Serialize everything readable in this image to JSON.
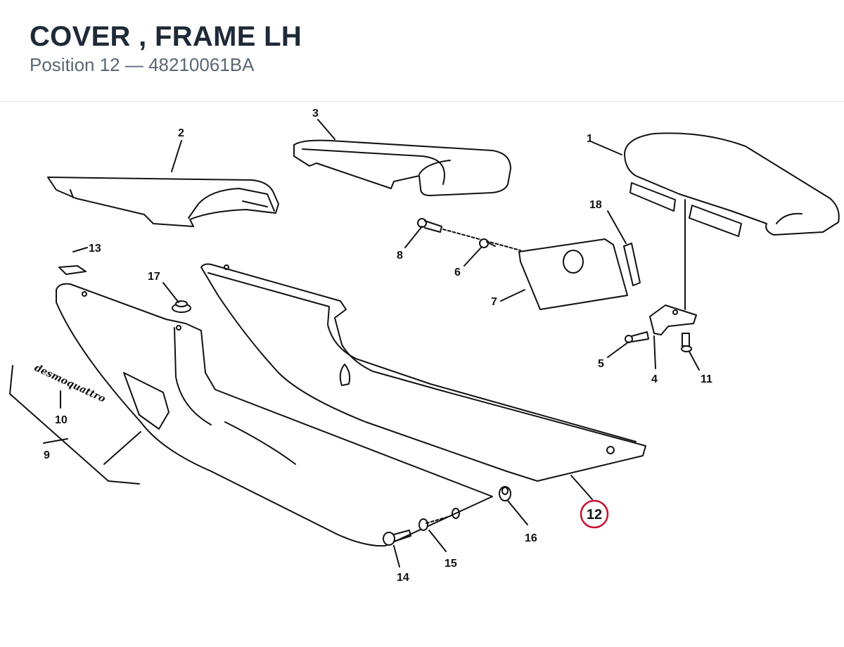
{
  "header": {
    "title": "COVER , FRAME LH",
    "subtitle": "Position 12 — 48210061BA"
  },
  "callouts": [
    "1",
    "2",
    "3",
    "4",
    "5",
    "6",
    "7",
    "8",
    "9",
    "10",
    "11",
    "13",
    "14",
    "15",
    "16",
    "17",
    "18"
  ],
  "highlight": {
    "label": "12",
    "color": "#c8102e"
  },
  "logo_text": "desmoquattro"
}
